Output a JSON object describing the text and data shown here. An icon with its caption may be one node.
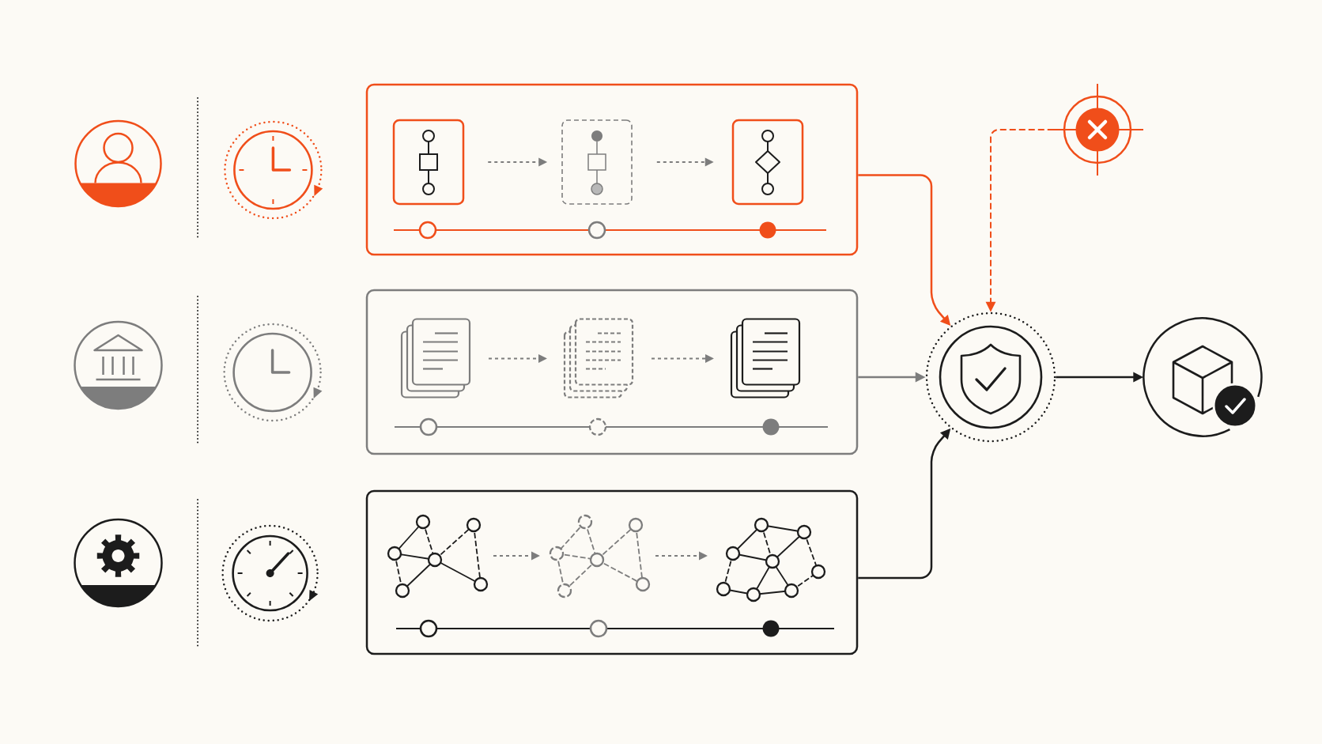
{
  "diagram": {
    "nodes": [
      {
        "text": [],
        "shape": "box"
      },
      {
        "text": [],
        "shape": "box",
        "in": 0
      },
      {
        "text": [],
        "shape": "box",
        "in": 0
      },
      {
        "text": [],
        "shape": "box",
        "in": 0
      },
      {
        "text": [],
        "shape": "box"
      },
      {
        "text": [],
        "shape": "picture",
        "in": 4
      },
      {
        "text": [],
        "shape": "picture",
        "in": 4
      },
      {
        "text": [],
        "shape": "picture",
        "in": 4
      },
      {
        "text": [],
        "shape": "box"
      },
      {
        "text": [],
        "shape": "picture",
        "in": 8
      },
      {
        "text": [],
        "shape": "picture",
        "in": 8
      },
      {
        "text": [],
        "shape": "picture",
        "in": 8
      },
      {
        "text": [],
        "shape": "circle"
      },
      {
        "text": [],
        "shape": "circle"
      },
      {
        "text": [],
        "shape": "circle"
      }
    ],
    "edges": [
      {
        "from": 1,
        "to": 2,
        "arrow": "to",
        "style": "dashed"
      },
      {
        "from": 2,
        "to": 3,
        "arrow": "to",
        "style": "dashed"
      },
      {
        "from": 5,
        "to": 6,
        "arrow": "to",
        "style": "dashed"
      },
      {
        "from": 6,
        "to": 7,
        "arrow": "to",
        "style": "dashed"
      },
      {
        "from": 9,
        "to": 10,
        "arrow": "to",
        "style": "dashed"
      },
      {
        "from": 10,
        "to": 11,
        "arrow": "to",
        "style": "dashed"
      },
      {
        "from": 0,
        "to": 12,
        "arrow": "to",
        "color": "#f04e1a"
      },
      {
        "from": 4,
        "to": 12,
        "arrow": "to"
      },
      {
        "from": 8,
        "to": 12,
        "arrow": "to",
        "color": "#1c1c1c"
      },
      {
        "from": 13,
        "to": 12,
        "arrow": "to",
        "style": "dashed",
        "color": "#f04e1a"
      },
      {
        "from": 12,
        "to": 14,
        "arrow": "to",
        "color": "#1c1c1c"
      }
    ]
  }
}
